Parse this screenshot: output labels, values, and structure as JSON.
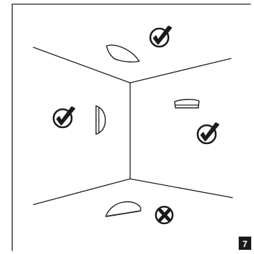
{
  "figure": {
    "step_number": "7",
    "placements": [
      {
        "position": "ceiling",
        "status": "correct",
        "status_icon": "check-circle-icon"
      },
      {
        "position": "left-wall",
        "status": "correct",
        "status_icon": "check-circle-icon"
      },
      {
        "position": "right-wall",
        "status": "correct",
        "status_icon": "check-circle-icon"
      },
      {
        "position": "floor",
        "status": "incorrect",
        "status_icon": "cross-circle-icon"
      }
    ],
    "colors": {
      "line": "#1a1a1a",
      "badge": "#1a1a1a",
      "background": "#ffffff"
    }
  }
}
